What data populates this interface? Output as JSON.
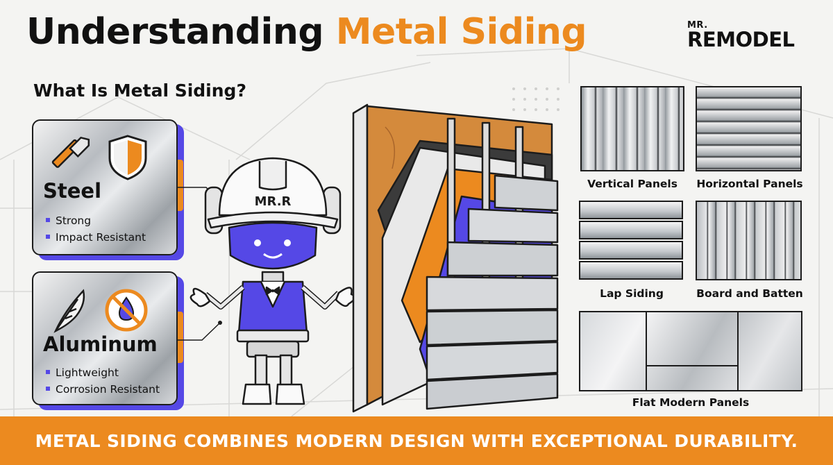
{
  "header": {
    "title_part1": "Understanding",
    "title_part2": "Metal Siding",
    "subtitle": "What Is Metal Siding?"
  },
  "logo": {
    "top": "MR.",
    "main": "REMODEL"
  },
  "materials": [
    {
      "name": "Steel",
      "features": [
        "Strong",
        "Impact Resistant"
      ],
      "icons": [
        "hammer-icon",
        "shield-icon"
      ]
    },
    {
      "name": "Aluminum",
      "features": [
        "Lightweight",
        "Corrosion Resistant"
      ],
      "icons": [
        "feather-icon",
        "no-corrosion-icon"
      ]
    }
  ],
  "mascot": {
    "helmet_text": "MR.R"
  },
  "panel_types": [
    {
      "label": "Vertical Panels"
    },
    {
      "label": "Horizontal Panels"
    },
    {
      "label": "Lap Siding"
    },
    {
      "label": "Board and Batten"
    },
    {
      "label": "Flat Modern Panels"
    }
  ],
  "banner": {
    "text": "METAL SIDING COMBINES MODERN DESIGN WITH EXCEPTIONAL DURABILITY."
  },
  "colors": {
    "accent": "#ec8a1f",
    "purple": "#5548e6",
    "ink": "#1c1c1c"
  }
}
